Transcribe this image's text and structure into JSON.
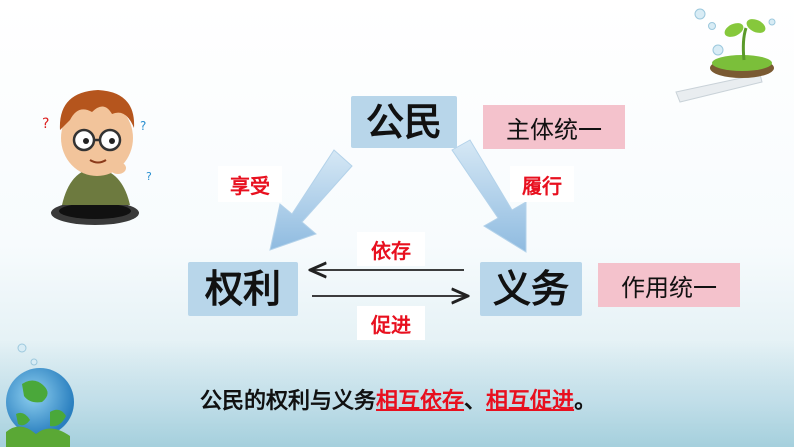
{
  "diagram": {
    "nodes": {
      "citizen": "公民",
      "rights": "权利",
      "duties": "义务"
    },
    "boxes": {
      "subject_unity": "主体统一",
      "function_unity": "作用统一"
    },
    "labels": {
      "enjoy": "享受",
      "perform": "履行",
      "depend": "依存",
      "promote": "促进"
    }
  },
  "caption": {
    "prefix": "公民的权利与义务",
    "highlight1": "相互依存",
    "sep": "、",
    "highlight2": "相互促进",
    "suffix": "。"
  },
  "colors": {
    "node_fill": "#b8d6ea",
    "pink_box": "#f4c2cc",
    "accent_red": "#e8101f",
    "arrow_blue": "#9cc3e3"
  },
  "icons": [
    "thinking-boy-illustration",
    "sprout-illustration",
    "earth-globe-illustration"
  ]
}
